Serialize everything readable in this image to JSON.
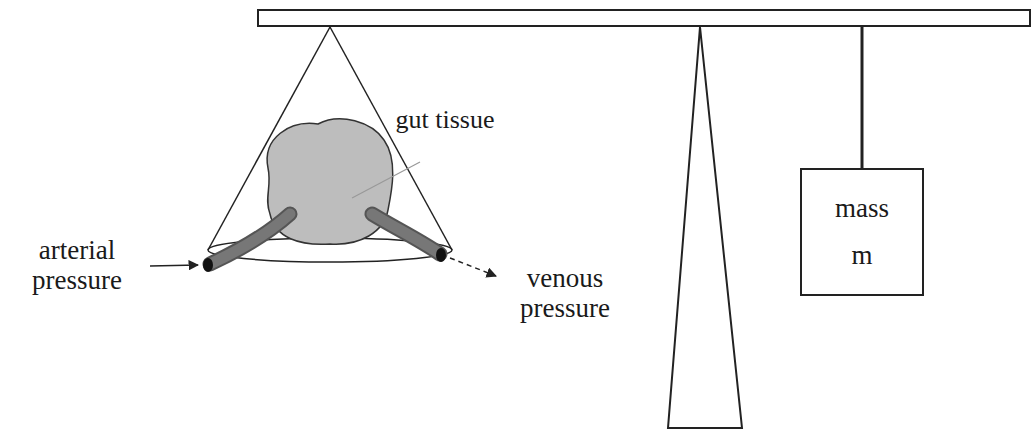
{
  "diagram": {
    "nodes": [
      {
        "text": [
          "mass m"
        ]
      }
    ],
    "labels": [
      "gut tissue",
      "arterial pressure",
      "venous pressure"
    ]
  }
}
